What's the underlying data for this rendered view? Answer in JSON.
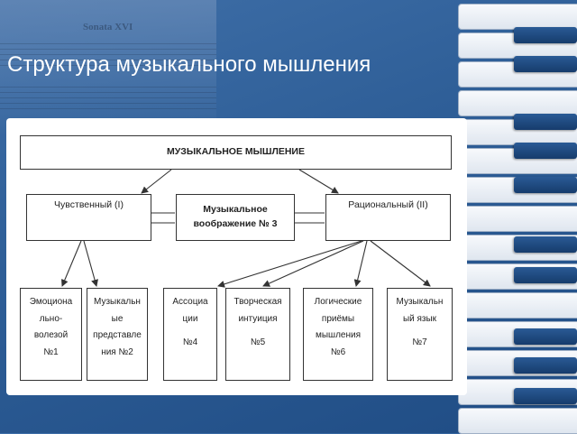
{
  "background": {
    "sheet_music_title": "Sonata XVI",
    "colors": {
      "slide_blue": "#2f5f98",
      "key_blue": "#1f4c84",
      "panel": "#ffffff"
    }
  },
  "slide_title": "Структура музыкального мышления",
  "diagram": {
    "root": "МУЗЫКАЛЬНОЕ МЫШЛЕНИЕ",
    "level2": {
      "sensory": "Чувственный (I)",
      "imagination": "Музыкальное воображение № 3",
      "rational": "Рациональный (II)"
    },
    "level3": [
      {
        "lines": [
          "Эмоциона",
          "льно-",
          "волезой"
        ],
        "num": "№1"
      },
      {
        "lines": [
          "Музыкальн",
          "ые",
          "представле",
          "ния №2"
        ],
        "num": ""
      },
      {
        "lines": [
          "Ассоциа",
          "ции"
        ],
        "num": "№4"
      },
      {
        "lines": [
          "Творческая",
          "интуиция"
        ],
        "num": "№5"
      },
      {
        "lines": [
          "Логические",
          "приёмы",
          "мышления"
        ],
        "num": "№6"
      },
      {
        "lines": [
          "Музыкальн",
          "ый язык"
        ],
        "num": "№7"
      }
    ]
  }
}
